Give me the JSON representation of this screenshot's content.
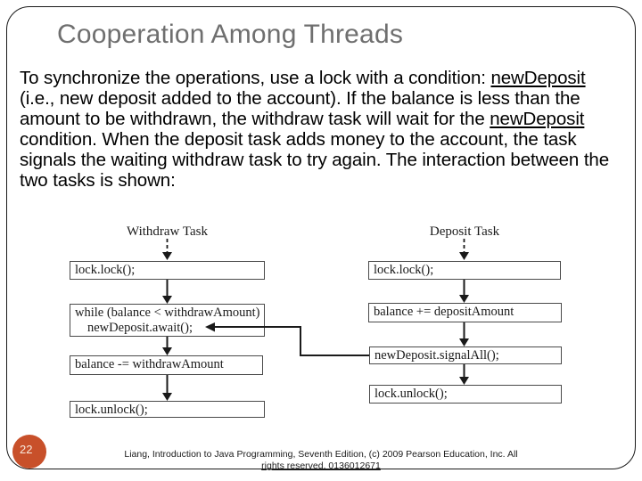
{
  "slide": {
    "title": "Cooperation Among Threads",
    "body": {
      "segments": [
        {
          "text": "To synchronize the operations, use a lock with a condition: "
        },
        {
          "text": "newDeposit",
          "underline": true
        },
        {
          "text": " (i.e., new deposit added to the account). If the balance is less than the amount to be withdrawn, the withdraw task will wait for the "
        },
        {
          "text": "newDeposit",
          "underline": true
        },
        {
          "text": " condition. When the deposit task adds money to the account, the task signals the waiting withdraw task to try again. The interaction between the two tasks is shown:"
        }
      ]
    },
    "page_number": "22",
    "footer_line1": "Liang, Introduction to Java Programming, Seventh Edition, (c) 2009 Pearson Education, Inc. All",
    "footer_line2": "rights reserved. 0136012671"
  },
  "diagram": {
    "withdraw": {
      "label": "Withdraw Task",
      "box1": "lock.lock();",
      "box2_line1": "while (balance < withdrawAmount)",
      "box2_line2": "newDeposit.await();",
      "box3": "balance -= withdrawAmount",
      "box4": "lock.unlock();"
    },
    "deposit": {
      "label": "Deposit Task",
      "box1": "lock.lock();",
      "box2": "balance += depositAmount",
      "box3": "newDeposit.signalAll();",
      "box4": "lock.unlock();"
    }
  },
  "colors": {
    "title_gray": "#6f6f6f",
    "badge_color": "#c8502a",
    "border_color": "#1a1a1a",
    "box_border": "#4a4a4a",
    "arrow_color": "#1a1a1a"
  }
}
